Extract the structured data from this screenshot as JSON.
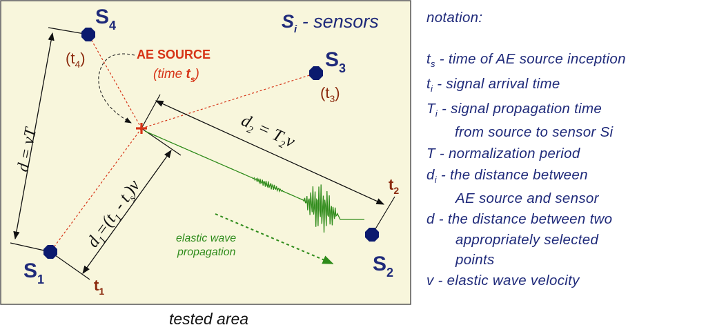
{
  "sensors_heading": {
    "sym": "S",
    "sub": "i",
    "text": " - sensors"
  },
  "sensors": [
    {
      "label": "S",
      "sub": "1"
    },
    {
      "label": "S",
      "sub": "2"
    },
    {
      "label": "S",
      "sub": "3"
    },
    {
      "label": "S",
      "sub": "4"
    }
  ],
  "time_labels": {
    "t1": {
      "t": "t",
      "sub": "1"
    },
    "t2": {
      "t": "t",
      "sub": "2"
    },
    "t3": {
      "pre": "(t",
      "sub": "3",
      "post": ")"
    },
    "t4": {
      "pre": "(t",
      "sub": "4",
      "post": ")"
    }
  },
  "source": {
    "title": "AE SOURCE",
    "time_pre": "(time ",
    "time_t": "t",
    "time_sub": "s",
    "time_post": ")"
  },
  "distances": {
    "d_vt": "d = vT",
    "d2": {
      "pre": "d",
      "sub1": "2",
      "mid": " = T",
      "sub2": "2",
      "post": "v"
    },
    "d1": {
      "pre": "d",
      "sub1": "1",
      "mid": "=(t",
      "sub2": "1",
      "mid2": " - t",
      "sub3": "s",
      "post": ")v"
    }
  },
  "wave_caption": {
    "line1": "elastic wave",
    "line2": "propagation"
  },
  "area_label": "tested area",
  "notation": {
    "title": "notation:",
    "rows": [
      {
        "sym": "t",
        "sub": "s",
        "text": "  - time of AE source inception"
      },
      {
        "sym": "t",
        "sub": "i",
        "text": "  - signal arrival time"
      },
      {
        "sym": "T",
        "sub": "i",
        "text": " - signal propagation time"
      },
      {
        "sym": "",
        "sub": "",
        "text": "from source to sensor Si"
      },
      {
        "sym": "T",
        "sub": "",
        "text": "  - normalization period"
      },
      {
        "sym": "d",
        "sub": "i",
        "text": " - the distance between"
      },
      {
        "sym": "",
        "sub": "",
        "text": "AE source and sensor"
      },
      {
        "sym": "d",
        "sub": "",
        "text": "  - the distance between two"
      },
      {
        "sym": "",
        "sub": "",
        "text": "appropriately selected"
      },
      {
        "sym": "",
        "sub": "",
        "text": "points"
      },
      {
        "sym": "v",
        "sub": "",
        "text": "  - elastic wave velocity"
      }
    ]
  },
  "colors": {
    "panel_fill": "#f8f6dc",
    "sensor": "#0b1a6e",
    "label_navy": "#1f2a7a",
    "red": "#d63316",
    "maroon": "#8b2a0e",
    "wave": "#2e8b1a"
  }
}
